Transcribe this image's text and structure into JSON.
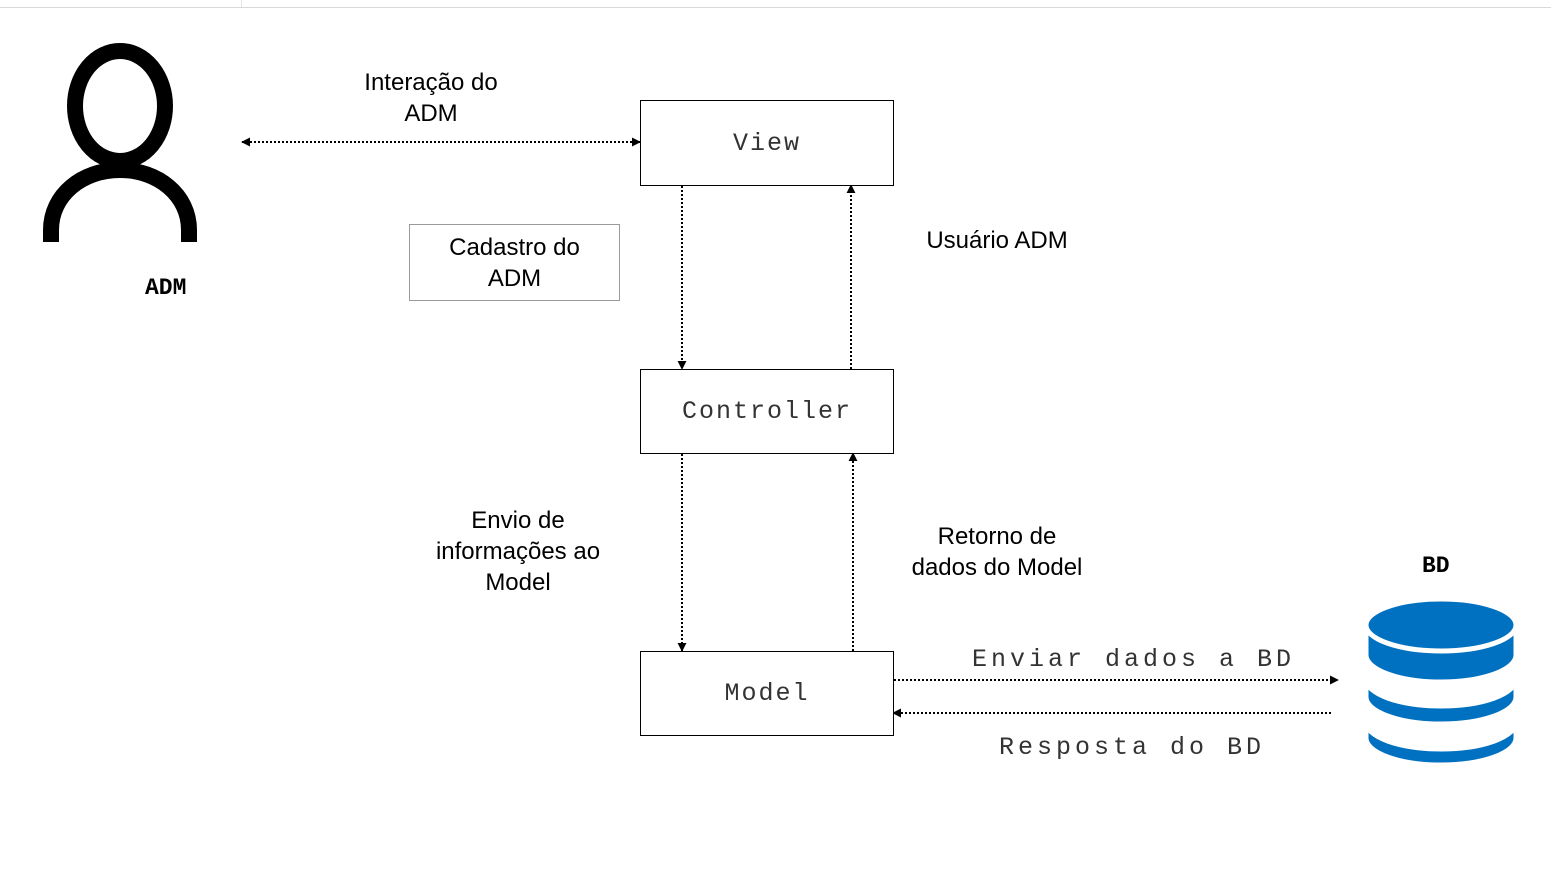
{
  "actors": {
    "adm": {
      "label": "ADM",
      "icon": "user-icon"
    },
    "bd": {
      "label": "BD",
      "icon": "database-icon",
      "color": "#0070c0"
    }
  },
  "components": {
    "view": "View",
    "controller": "Controller",
    "model": "Model"
  },
  "notes": {
    "cadastro": "Cadastro do\nADM"
  },
  "edges": {
    "adm_view": "Interação do\nADM",
    "controller_view": "Usuário ADM",
    "controller_model": "Envio de\ninformações ao\nModel",
    "model_controller": "Retorno de\ndados do Model",
    "model_bd": "Enviar dados a BD",
    "bd_model": "Resposta do BD"
  },
  "colors": {
    "line": "#000000",
    "database": "#0070c0"
  }
}
